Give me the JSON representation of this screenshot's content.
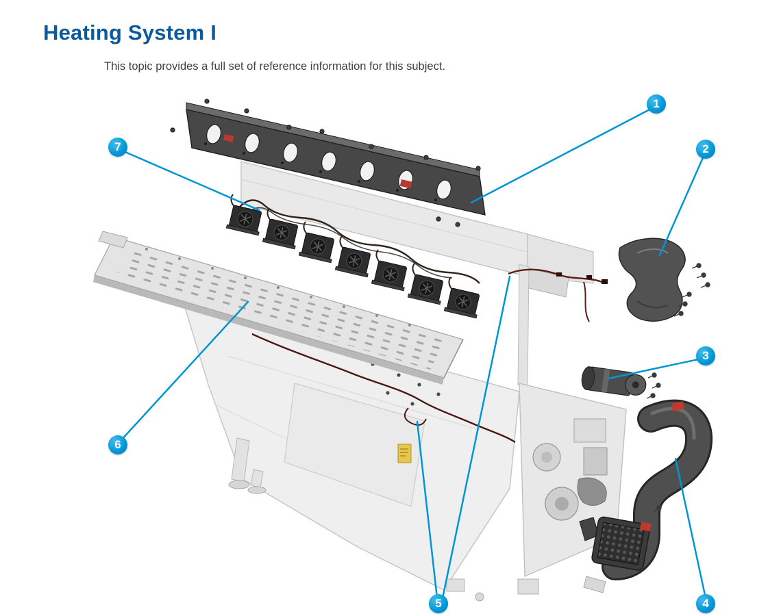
{
  "page": {
    "title": "Heating System I",
    "subtitle": "This topic provides a full set of reference information for this subject."
  },
  "colors": {
    "title_blue": "#0b5a9d",
    "callout_blue": "#0096d6",
    "body_text": "#3f3f3f",
    "part_dark_gray": "#4f4f4f",
    "machine_light_gray": "#efefef",
    "wire_red": "#5c1d16",
    "label_red": "#c0392b",
    "label_yellow": "#e9c74b"
  },
  "diagram": {
    "name": "heating-system-exploded-view",
    "callouts": [
      {
        "number": "1"
      },
      {
        "number": "2"
      },
      {
        "number": "3"
      },
      {
        "number": "4"
      },
      {
        "number": "5"
      },
      {
        "number": "6"
      },
      {
        "number": "7"
      }
    ]
  }
}
